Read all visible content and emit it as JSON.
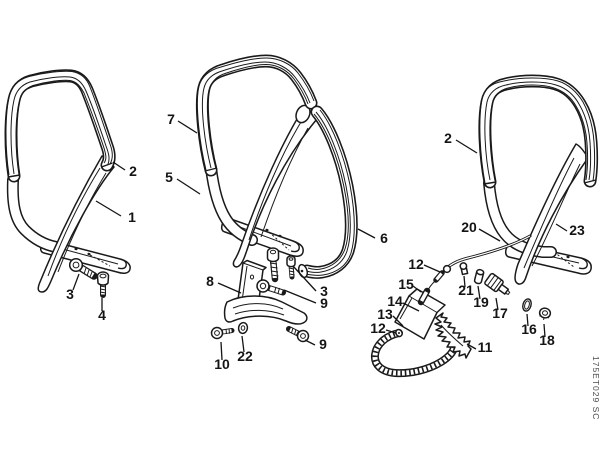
{
  "figure": {
    "drawing_code": "175ET029 SC",
    "background_color": "#ffffff",
    "line_color": "#1a1a1a"
  },
  "callouts": [
    {
      "label": "1"
    },
    {
      "label": "2"
    },
    {
      "label": "3"
    },
    {
      "label": "4"
    },
    {
      "label": "7"
    },
    {
      "label": "5"
    },
    {
      "label": "6"
    },
    {
      "label": "8"
    },
    {
      "label": "3"
    },
    {
      "label": "9"
    },
    {
      "label": "9"
    },
    {
      "label": "22"
    },
    {
      "label": "10"
    },
    {
      "label": "2"
    },
    {
      "label": "20"
    },
    {
      "label": "23"
    },
    {
      "label": "12"
    },
    {
      "label": "15"
    },
    {
      "label": "14"
    },
    {
      "label": "13"
    },
    {
      "label": "12"
    },
    {
      "label": "21"
    },
    {
      "label": "19"
    },
    {
      "label": "17"
    },
    {
      "label": "11"
    },
    {
      "label": "16"
    },
    {
      "label": "18"
    }
  ]
}
